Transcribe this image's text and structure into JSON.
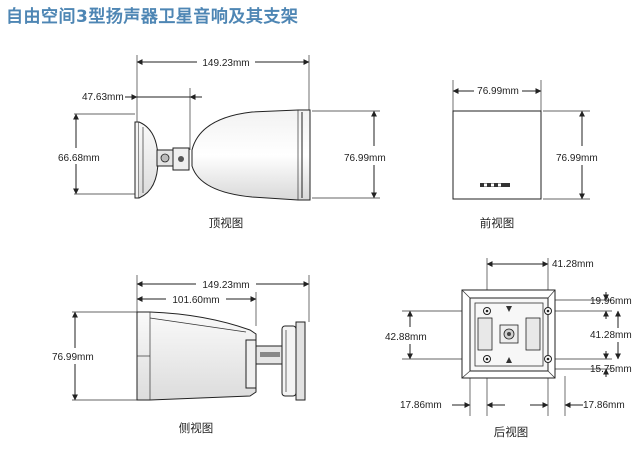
{
  "title": "自由空间3型扬声器卫星音响及其支架",
  "views": {
    "top": {
      "caption": "顶视图",
      "dim_overall_width": "149.23mm",
      "dim_bracket_width": "47.63mm",
      "dim_bracket_height": "66.68mm",
      "dim_speaker_height": "76.99mm"
    },
    "front": {
      "caption": "前视图",
      "dim_width": "76.99mm",
      "dim_height": "76.99mm"
    },
    "side": {
      "caption": "侧视图",
      "dim_overall_width": "149.23mm",
      "dim_body_width": "101.60mm",
      "dim_height": "76.99mm"
    },
    "rear": {
      "caption": "后视图",
      "dim_top_right": "41.28mm",
      "dim_right_upper": "19.96mm",
      "dim_right_middle": "41.28mm",
      "dim_right_lower": "15.75mm",
      "dim_left_height": "42.88mm",
      "dim_bottom_left": "17.86mm",
      "dim_bottom_right": "17.86mm"
    }
  }
}
